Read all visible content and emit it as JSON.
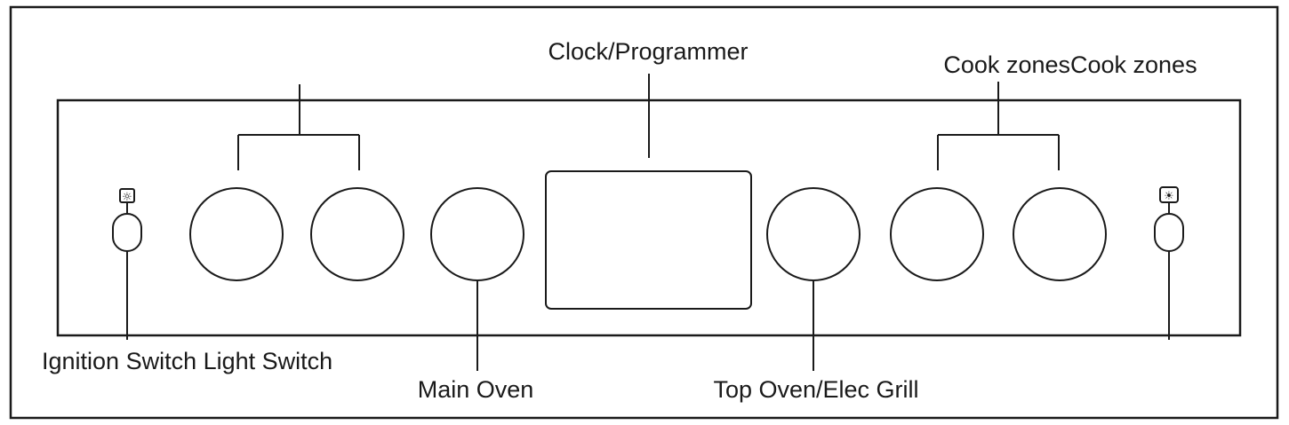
{
  "labels": {
    "clock": "Clock/Programmer",
    "cook_zones": "Cook zonesCook zones",
    "ignition_light": "Ignition Switch Light Switch",
    "main_oven": "Main Oven",
    "top_oven": "Top Oven/Elec Grill"
  },
  "icons": {
    "ignition": "ignition-spark-icon",
    "light": "oven-light-icon"
  }
}
